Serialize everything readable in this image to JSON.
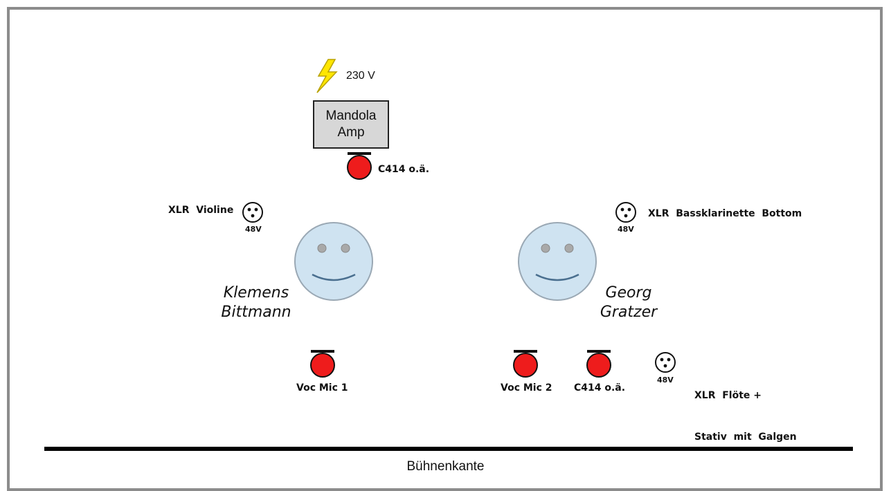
{
  "power": {
    "label": "230 V"
  },
  "amp": {
    "line1": "Mandola",
    "line2": "Amp"
  },
  "mics": {
    "amp_mic": "C414 o.ä.",
    "voc1": "Voc Mic 1",
    "voc2": "Voc Mic 2",
    "c414_right": "C414 o.ä."
  },
  "xlr": {
    "violine": {
      "label": "XLR  Violine",
      "phantom": "48V"
    },
    "bassklarinette": {
      "label": "XLR  Bassklarinette  Bottom",
      "phantom": "48V"
    },
    "floete": {
      "line1": "XLR  Flöte +",
      "line2": "Stativ  mit  Galgen",
      "phantom": "48V"
    }
  },
  "musicians": {
    "left": {
      "first": "Klemens",
      "last": "Bittmann"
    },
    "right": {
      "first": "Georg",
      "last": "Gratzer"
    }
  },
  "stage": {
    "edge_label": "Bühnenkante"
  },
  "colors": {
    "mic_red": "#ee1c1c",
    "face_blue": "#cfe3f1",
    "amp_gray": "#d7d7d7",
    "bolt_yellow": "#ffe600"
  }
}
